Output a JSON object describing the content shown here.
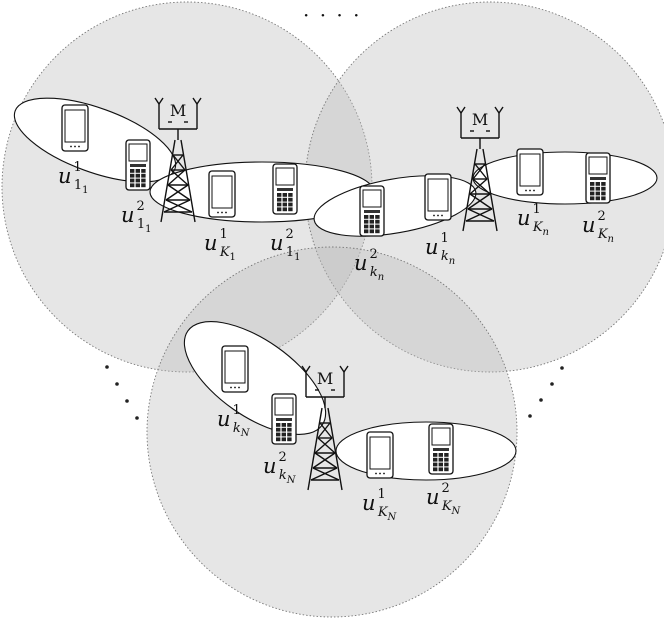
{
  "towers": [
    {
      "id": "t1",
      "antenna_label": "M"
    },
    {
      "id": "t2",
      "antenna_label": "M"
    },
    {
      "id": "t3",
      "antenna_label": "M"
    }
  ],
  "labels": {
    "u11_1": {
      "base": "u",
      "sup": "1",
      "sub": "1",
      "sub2": "1"
    },
    "u11_2": {
      "base": "u",
      "sup": "2",
      "sub": "1",
      "sub2": "1"
    },
    "uK1_1": {
      "base": "u",
      "sup": "1",
      "sub": "K",
      "sub2": "1"
    },
    "u11_2b": {
      "base": "u",
      "sup": "2",
      "sub": "1",
      "sub2": "1"
    },
    "ukn_2": {
      "base": "u",
      "sup": "2",
      "sub": "k",
      "sub2": "n"
    },
    "ukn_1": {
      "base": "u",
      "sup": "1",
      "sub": "k",
      "sub2": "n"
    },
    "uKn_1": {
      "base": "u",
      "sup": "1",
      "sub": "K",
      "sub2": "n"
    },
    "uKn_2": {
      "base": "u",
      "sup": "2",
      "sub": "K",
      "sub2": "n"
    },
    "ukN_1": {
      "base": "u",
      "sup": "1",
      "sub": "k",
      "sub2": "N"
    },
    "ukN_2": {
      "base": "u",
      "sup": "2",
      "sub": "k",
      "sub2": "N"
    },
    "uKN_1": {
      "base": "u",
      "sup": "1",
      "sub": "K",
      "sub2": "N"
    },
    "uKN_2": {
      "base": "u",
      "sup": "2",
      "sub": "K",
      "sub2": "N"
    }
  },
  "ellipsis": "· · · ·"
}
